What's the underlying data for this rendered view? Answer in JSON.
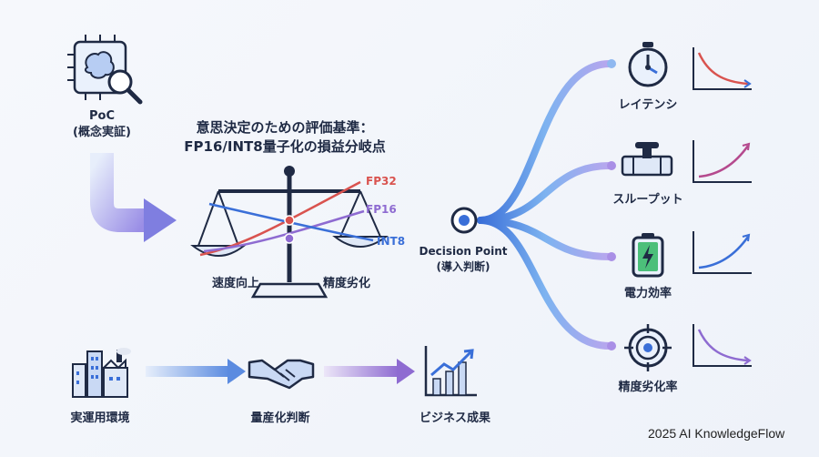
{
  "poc": {
    "title": "PoC",
    "subtitle": "(概念実証)"
  },
  "center_title": {
    "line1": "意思決定のための評価基準：",
    "line2": "FP16/INT8量子化の損益分岐点"
  },
  "scale": {
    "left_label": "速度向上",
    "right_label": "精度劣化",
    "precisions": [
      {
        "name": "FP32",
        "color": "#d9534f"
      },
      {
        "name": "FP16",
        "color": "#8e6bd1"
      },
      {
        "name": "INT8",
        "color": "#3a6fd8"
      }
    ]
  },
  "decision": {
    "line1": "Decision Point",
    "line2": "(導入判断)"
  },
  "metrics": [
    {
      "label": "レイテンシ",
      "icon": "stopwatch-icon",
      "trend": "decreasing"
    },
    {
      "label": "スループット",
      "icon": "pipe-valve-icon",
      "trend": "increasing"
    },
    {
      "label": "電力効率",
      "icon": "battery-icon",
      "trend": "increasing"
    },
    {
      "label": "精度劣化率",
      "icon": "target-icon",
      "trend": "decreasing"
    }
  ],
  "bottom_flow": [
    {
      "label": "実運用環境",
      "icon": "city-icon"
    },
    {
      "label": "量産化判断",
      "icon": "handshake-icon"
    },
    {
      "label": "ビジネス成果",
      "icon": "growth-chart-icon"
    }
  ],
  "footer": "2025 AI KnowledgeFlow",
  "colors": {
    "blue": "#3a6fd8",
    "purple": "#8e6bd1",
    "navy": "#1f2a44",
    "red": "#d9534f"
  }
}
